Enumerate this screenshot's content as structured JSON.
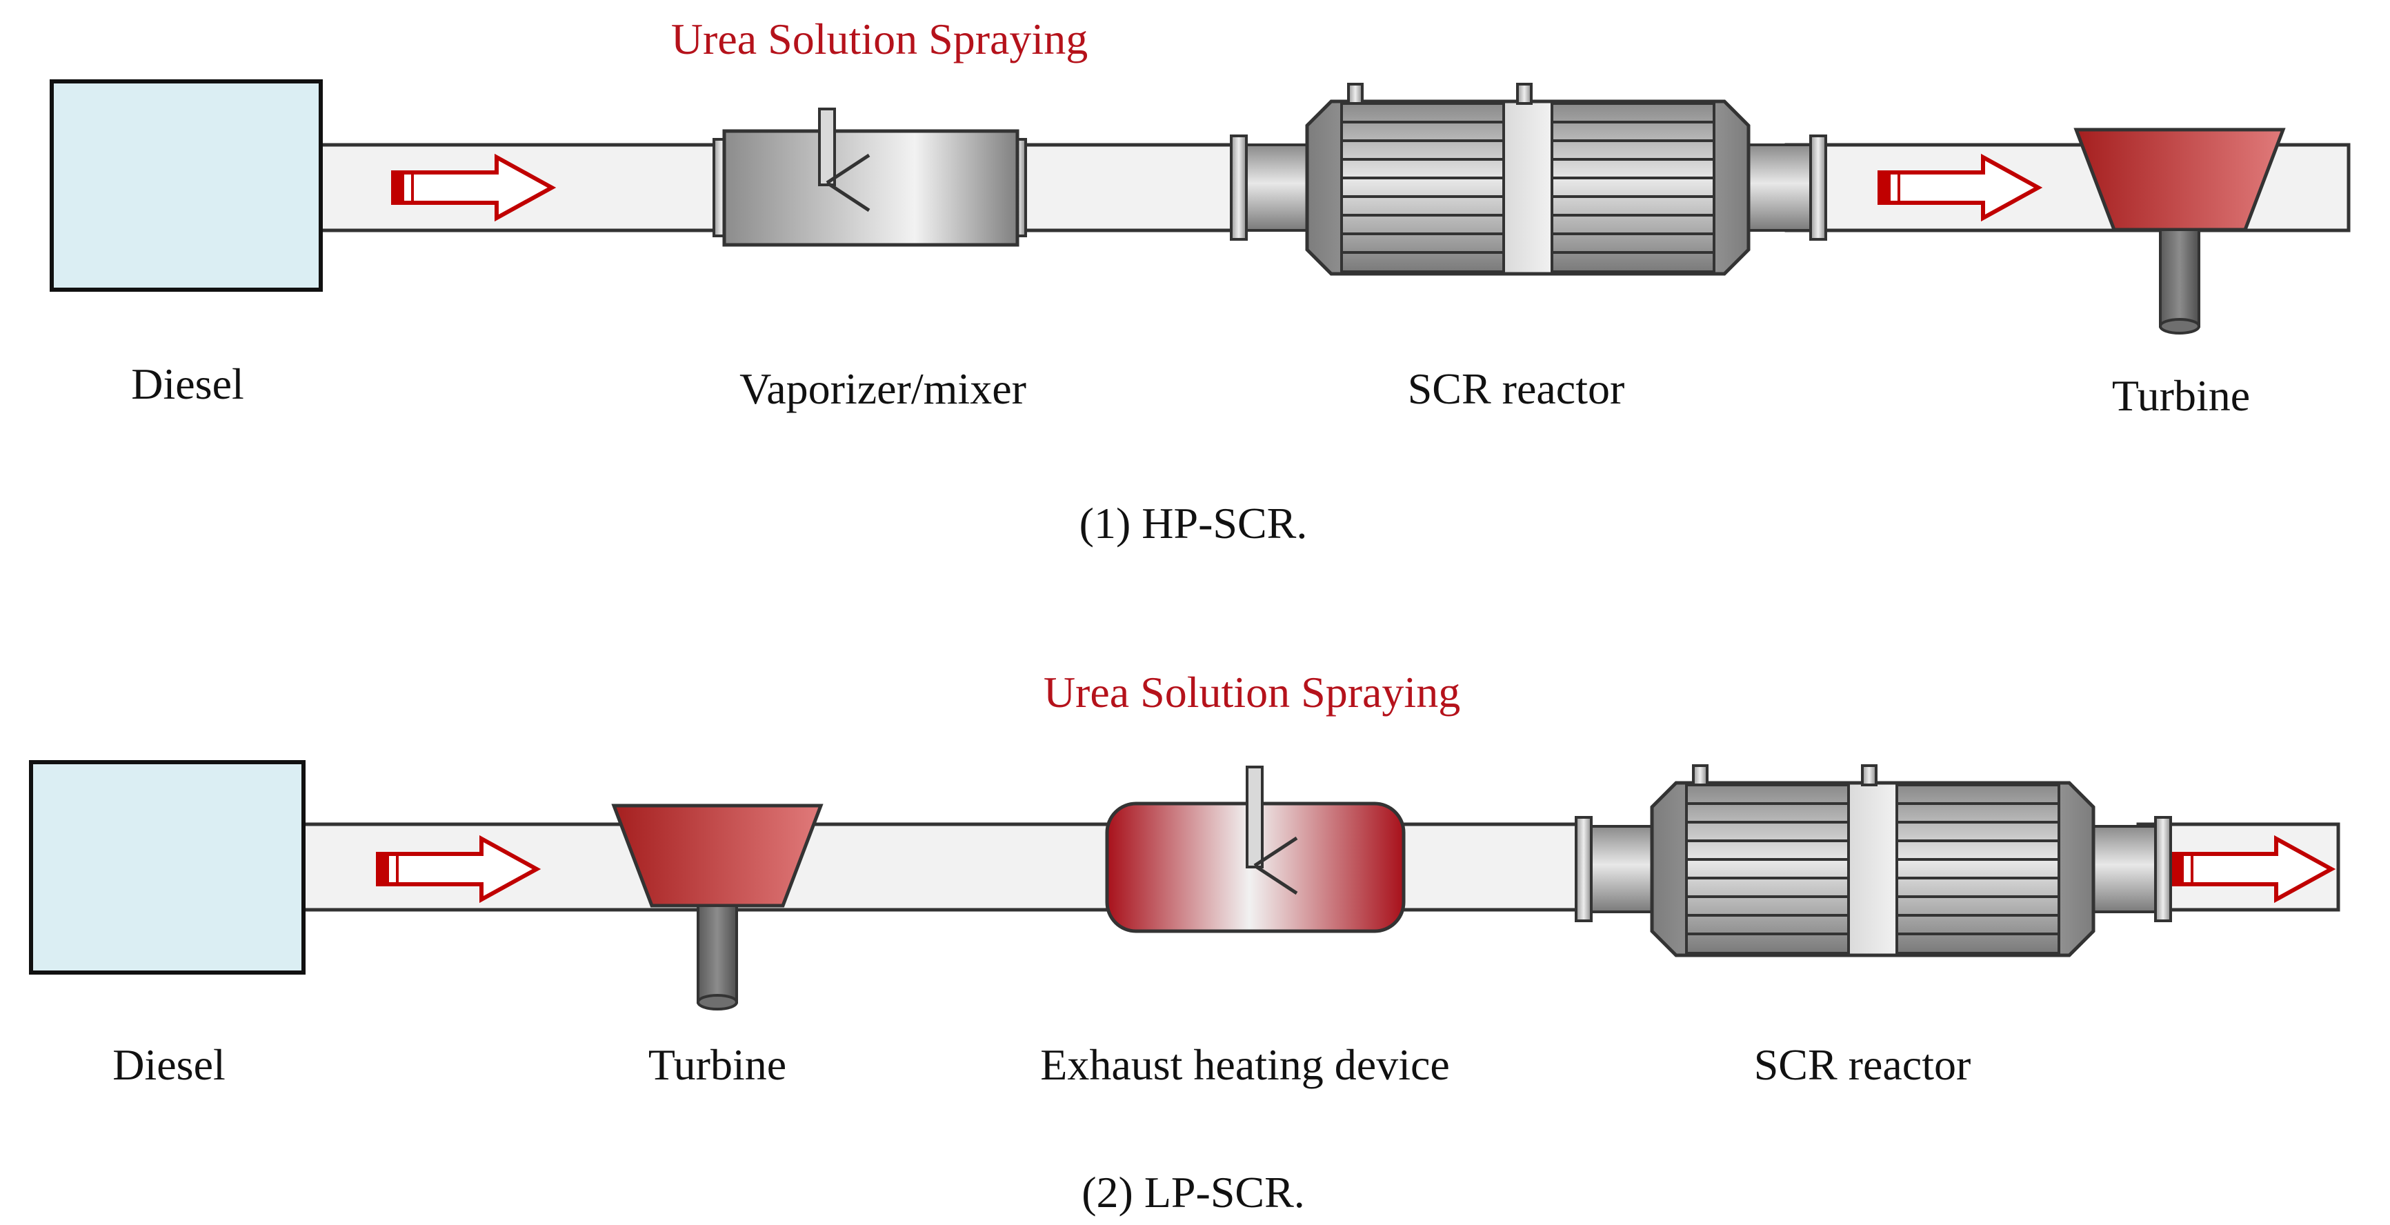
{
  "colors": {
    "urea_label": "#b5121b",
    "diesel_fill": "#dbeef3",
    "pipe_fill": "#f2f2f2",
    "arrow_stroke": "#c00000",
    "turbine_red": "#b52a2a",
    "heater_red": "#b8111d",
    "metal_gray": "#8f8f8f"
  },
  "hp": {
    "urea_label": "Urea Solution Spraying",
    "diesel_label": "Diesel",
    "mixer_label": "Vaporizer/mixer",
    "scr_label": "SCR reactor",
    "turbine_label": "Turbine",
    "caption": "(1) HP-SCR."
  },
  "lp": {
    "urea_label": "Urea Solution Spraying",
    "diesel_label": "Diesel",
    "turbine_label": "Turbine",
    "heater_label": "Exhaust heating device",
    "scr_label": "SCR reactor",
    "caption": "(2) LP-SCR."
  }
}
